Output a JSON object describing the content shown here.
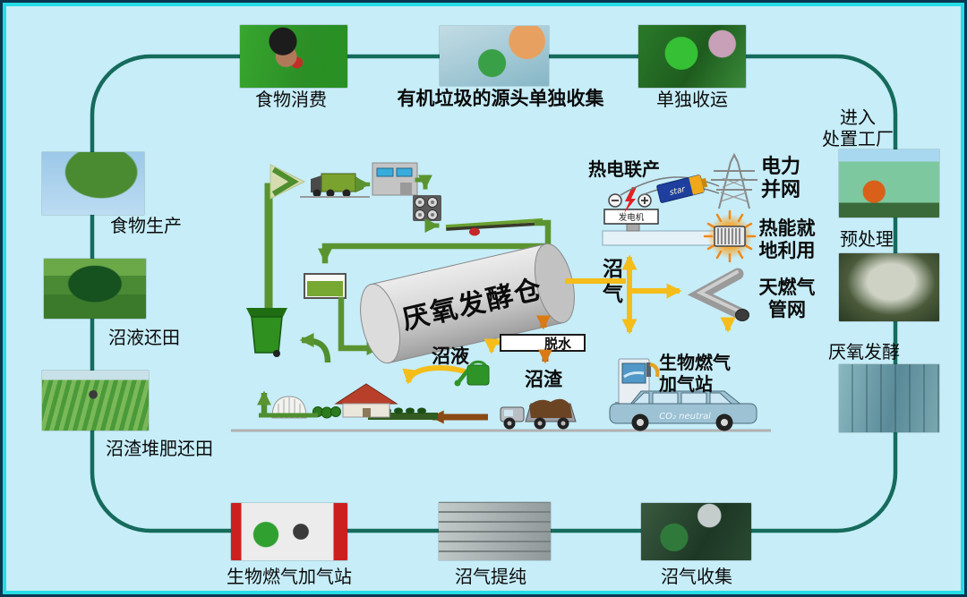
{
  "ring": {
    "food_consumption": "食物消费",
    "source_collection": "有机垃圾的源头单独收集",
    "separate_transport": "单独收运",
    "enter_plant": "进入\n处置工厂",
    "pretreatment": "预处理",
    "anaerobic": "厌氧发酵",
    "food_production": "食物生产",
    "slurry_field": "沼液还田",
    "residue_field": "沼渣堆肥还田",
    "gas_station": "生物燃气加气站",
    "purification": "沼气提纯",
    "collection": "沼气收集"
  },
  "process": {
    "digester": "厌氧发酵仓",
    "dewater": "脱水",
    "slurry": "沼液",
    "residue": "沼渣",
    "biogas": "沼气",
    "chp": "热电联产",
    "generator": "发电机",
    "power_grid": "电力\n并网",
    "heat_use": "热能就\n地利用",
    "gas_pipeline": "天燃气\n管网",
    "fill_station": "生物燃气\n加气站",
    "car_text": "CO₂ neutral",
    "battery_text": "star"
  },
  "colors": {
    "background": "#c6edf8",
    "frame_outer": "#0b3752",
    "frame_inner": "#25dce6",
    "loop_stroke": "#156b5c",
    "flow_green": "#5a9430",
    "biogas_yellow": "#f5bd1a",
    "digestate_orange": "#d97a15",
    "residue_brown": "#8a4a15",
    "tank_gray": "#d6d6d6"
  }
}
